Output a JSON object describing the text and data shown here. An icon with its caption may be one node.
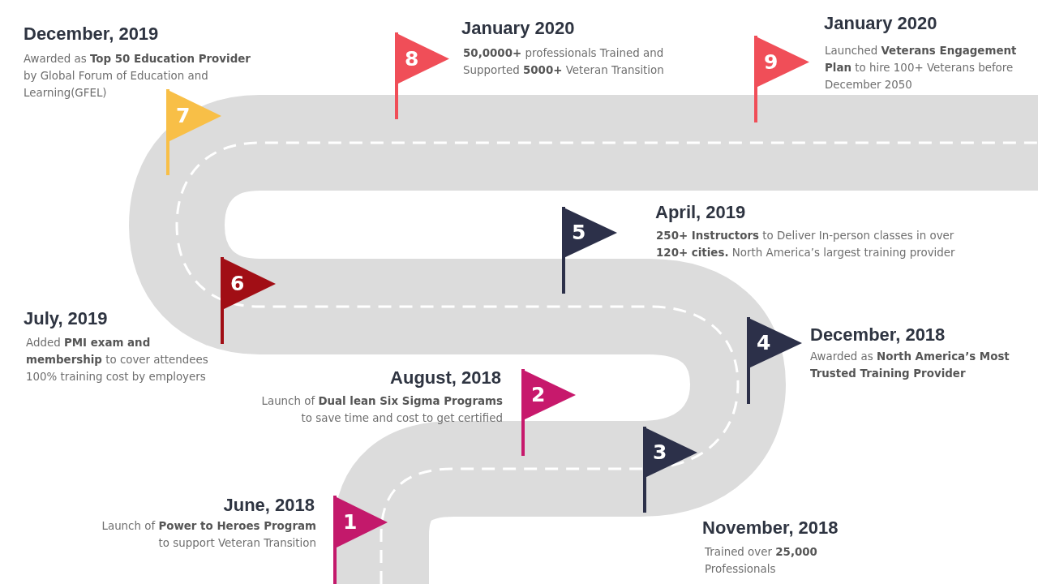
{
  "diagram": {
    "nodes": [
      {
        "text": [
          "1"
        ],
        "beside": [
          "June, 2018",
          "Launch of **Power to Heroes Program** to support Veteran Transition"
        ]
      },
      {
        "text": [
          "2"
        ],
        "beside": [
          "August, 2018",
          "Launch of **Dual lean Six Sigma Programs** to save time and cost to get certified"
        ]
      },
      {
        "text": [
          "3"
        ],
        "beside": [
          "November, 2018",
          "Trained over **25,000** Professionals"
        ]
      },
      {
        "text": [
          "4"
        ],
        "beside": [
          "December, 2018",
          "Awarded as **North America’s Most Trusted Training Provider**"
        ]
      },
      {
        "text": [
          "5"
        ],
        "beside": [
          "April, 2019",
          "**250+ Instructors** to Deliver In-person classes in over **120+ cities.** North America’s largest training provider"
        ]
      },
      {
        "text": [
          "6"
        ],
        "beside": [
          "July, 2019",
          "Added **PMI exam and membership** to cover attendees 100% training cost by employers"
        ]
      },
      {
        "text": [
          "7"
        ],
        "beside": [
          "December, 2019",
          "Awarded as **Top 50 Education Provider** by Global Forum of Education and Learning(GFEL)"
        ]
      },
      {
        "text": [
          "8"
        ],
        "beside": [
          "January 2020",
          "**50,0000+** professionals Trained and Supported **5000+** Veteran Transition"
        ]
      },
      {
        "text": [
          "9"
        ],
        "beside": [
          "January 2020",
          "Launched **Veterans Engagement Plan** to hire 100+ Veterans before December 2050"
        ]
      }
    ]
  }
}
